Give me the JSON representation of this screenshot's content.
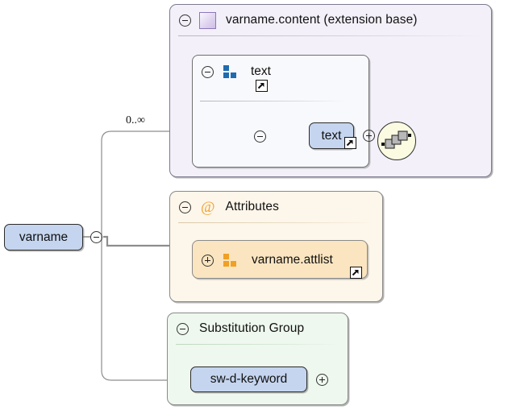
{
  "diagram": {
    "type": "xml-schema-tree",
    "root_element": {
      "label": "varname",
      "toggle": "collapse-minus"
    },
    "cardinality_label": "0..∞",
    "panels": [
      {
        "id": "extension-base",
        "title": "varname.content (extension base)",
        "toggle": "collapse-minus",
        "icon": "type-swatch-icon",
        "bg": "#f3f0f9",
        "border": "#7c7a8f",
        "group": {
          "label": "text",
          "toggle": "collapse-minus",
          "icon": "model-group-icon-blue",
          "has_link_badge": true,
          "compositor": "sequence-icon",
          "child": {
            "label": "text",
            "toggle": "expand-plus",
            "inner_toggle": "collapse-minus",
            "has_link_badge": true
          }
        }
      },
      {
        "id": "attributes",
        "title": "Attributes",
        "toggle": "collapse-minus",
        "icon": "at-sign-icon",
        "bg": "#fdf6ea",
        "border": "#8a8a8a",
        "row": {
          "label": "varname.attlist",
          "toggle": "expand-plus",
          "icon": "model-group-icon-orange",
          "bg": "#fbe5c0",
          "has_link_badge": true
        }
      },
      {
        "id": "substitution-group",
        "title": "Substitution Group",
        "toggle": "collapse-minus",
        "bg": "#eef8ee",
        "border": "#8a8a8a",
        "member": {
          "label": "sw-d-keyword",
          "toggle": "expand-plus"
        }
      }
    ],
    "colors": {
      "element_fill": "#c5d5ef",
      "extension_panel": "#f3f0f9",
      "attributes_panel": "#fdf6ea",
      "substitution_panel": "#eef8ee",
      "attlist_fill": "#fbe5c0",
      "sequence_circle": "#fbfbe2",
      "accent_orange": "#f0a430",
      "accent_blue": "#1f6bb0",
      "accent_purple": "#8e76bb",
      "connector": "#8d8d8d"
    }
  }
}
